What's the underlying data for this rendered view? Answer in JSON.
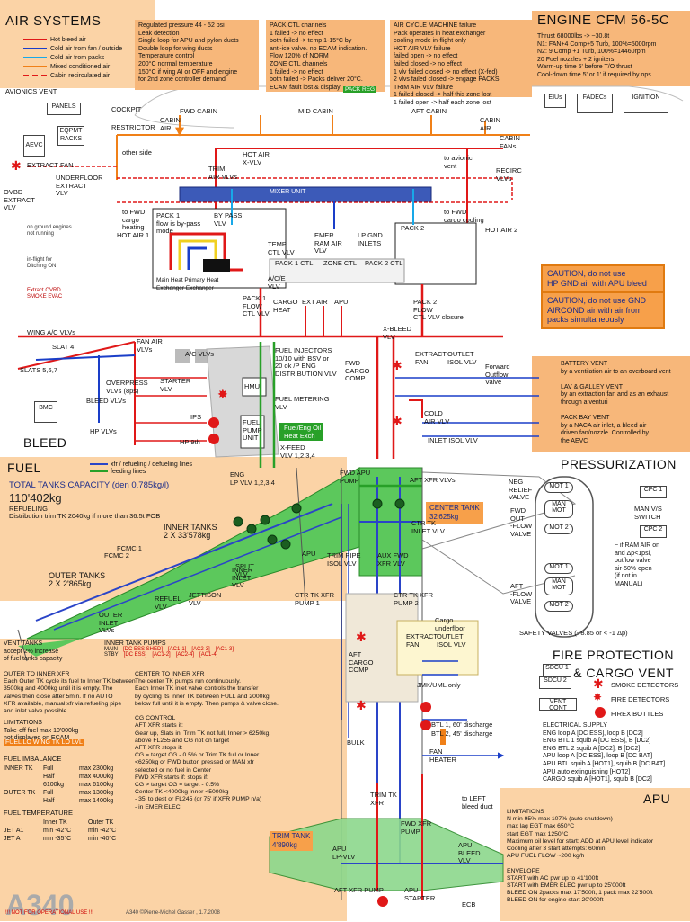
{
  "titles": {
    "air_systems": "AIR SYSTEMS",
    "engine": "ENGINE CFM 56-5C",
    "bleed": "BLEED",
    "fuel": "FUEL",
    "pressurization": "PRESSURIZATION",
    "fire": "FIRE PROTECTION\n& CARGO VENT",
    "apu": "APU",
    "logo": "A340",
    "footer_warn": "!!! NOT FOR OPERATIONAL USE !!!",
    "footer_credit": "A340 ©Pierre-Michel Gasser , 1.7.2008"
  },
  "legend_air": [
    "Hot bleed air",
    "Cold air from fan / outside",
    "Cold air from packs",
    "Mixed conditioned air",
    "Cabin recirculated air"
  ],
  "legend_fuel": [
    "xfr / refueling / defueling lines",
    "feeding lines"
  ],
  "notes": {
    "regulated": "Regulated pressure 44 - 52 psi\nLeak detection\nSingle loop for APU and pylon ducts\nDouble loop for wing ducts\nTemperature control\n200°C normal temperature\n150°C if wing AI or OFF and engine\nfor 2nd zone controller demand",
    "pack_ctl": "PACK CTL channels\n1 failed -> no effect\nboth failed -> temp 1-15°C by\nanti-ice valve. no ECAM indication.\nFlow 120% of NORM\nZONE CTL channels\n1 failed -> no effect\nboth failed -> Packs deliver 20°C.\nECAM fault lost & display",
    "pack_reg": "PACK REG",
    "acm": "AIR CYCLE MACHINE failure\nPack operates in heat exchanger\ncooling mode in-flight only\nHOT AIR VLV failure\nfailed open -> no effect\nfailed closed -> no effect\n1 vlv failed closed -> no effect (X-fed)\n2 vlvs failed closed -> engage PACKS\nTRIM AIR VLV failure\n1 failed closed -> half this zone lost\n1 failed open -> half each zone lost",
    "engine": "Thrust 68000lbs -> ~30.8t\nN1: FAN+4 Comp+5 Turb, 100%=5000rpm\nN2: 9 Comp +1 Turb, 100%=14460rpm\n20 Fuel nozzles + 2 igniters\nWarm-up time 5' before T/O thrust\nCool-down time 5' or 1' if required by ops",
    "vents": "BATTERY VENT\nby a ventilation air to an overboard vent\n\nLAV & GALLEY VENT\nby an extraction fan and as an exhaust\nthrough a venturi\n\nPACK BAY VENT\nby a NACA air inlet, a bleed air\ndriven fan/nozzle. Controlled by\nthe AEVC",
    "press_flow": "~ if RAM AIR on\nand Δp<1psi,\noutflow valve\nair-50% open\n(if not in\nMANUAL)",
    "vent_tanks": "VENT TANKS\naccept 2% increase\nof fuel tanks capacity",
    "outer_inner": "OUTER TO INNER XFR\nEach Outer TK cycle its fuel to Inner TK between\n3500kg and 4000kg until it is empty. The\nvalves then close after 5min. If no AUTO\nXFR available, manual xfr via refueling pipe\nand inlet valve possible.",
    "limitations": "LIMITATIONS\nTake-off fuel max 10'000kg\nnot displayed on ECAM",
    "fuel_lo": "FUEL LO WING TK LO LVL",
    "center_inner": "CENTER TO INNER XFR\nThe center TK pumps run continuously.\nEach Inner TK inlet valve controls the transfer\nby cycling its Inner TK between FULL and 2000kg\nbelow full until it is empty. Then pumps & valve close.\n\nCG CONTROL\nAFT XFR starts if:\nGear up, Slats in, Trim TK not full, Inner > 6250kg,\nabove FL255 and CG not on target\nAFT XFR stops if:\nCG = target CG - 0.5% or Trim TK full or Inner\n<6250kg or FWD button pressed or MAN xfr\nselected or no fuel in Center\nFWD XFR starts if:            stops if:\nCG > target                     CG = target - 0.5%\nCenter TK <4000kg         Inner <5000kg\n- 35' to dest or FL245 (or 75' if XFR PUMP n/a)\n- in EMER ELEC",
    "apu_lim": "LIMITATIONS\nN                 min 95%          max 107% (auto shutdown)\nmax lag EGT                        max 650°C\nstart EGT                             max 1250°C\nMaximum oil level for start: ADD at APU level indicator\nCooling after 3 start attempts: 60min\nAPU FUEL FLOW ~200 kg/h\n\nENVELOPE\nSTART with AC pwr up to 41'100ft\nSTART with EMER ELEC pwr up to 25'000ft\nBLEED ON 2packs max 17'500ft, 1 pack max 22'500ft\nBLEED ON for engine start 20'000ft",
    "elec": "ELECTRICAL SUPPLY\nENG loop A [DC ESS], loop B [DC2]\nENG BTL 1 squib A [DC ESS], B [DC2]\nENG BTL 2 squib A [DC2], B [DC2]\nAPU loop A [DC ESS], loop B [DC BAT]\nAPU BTL squib A [HOT1], squib B [DC BAT]\nAPU auto extinguishing [HOT2]\nCARGO squib A [HOT1], squib B [DC2]"
  },
  "cautions": [
    "CAUTION, do not use\nHP GND air with APU bleed",
    "CAUTION, do not use GND\nAIRCOND air with air from\npacks simultaneously"
  ],
  "fuel_capacity": {
    "label": "TOTAL TANKS CAPACITY (den 0.785kg/l)",
    "value": "110'402kg",
    "refuel_label": "REFUELING",
    "refuel_text": "Distribution trim TK 2040kg if more than 36.5t FOB"
  },
  "tanks": {
    "inner": "INNER TANKS\n2 X 33'578kg",
    "outer": "OUTER TANKS\n2 X 2'865kg",
    "center": "CENTER TANK\n32'625kg",
    "trim": "TRIM TANK\n4'890kg"
  },
  "fuel_imbalance": {
    "title": "FUEL IMBALANCE",
    "rows": [
      [
        "INNER TK",
        "Full",
        "max 2300kg"
      ],
      [
        "",
        "Half",
        "max 4000kg"
      ],
      [
        "",
        "6100kg",
        "max 6100kg"
      ],
      [
        "OUTER TK",
        "Full",
        "max 1300kg"
      ],
      [
        "",
        "Half",
        "max 1400kg"
      ]
    ]
  },
  "fuel_temp": {
    "title": "FUEL TEMPERATURE",
    "head": [
      "",
      "Inner TK",
      "Outer TK"
    ],
    "rows": [
      [
        "JET A1",
        "min -42°C",
        "min -42°C"
      ],
      [
        "JET A",
        "min -35°C",
        "min -40°C"
      ]
    ]
  },
  "labels": {
    "avionics": "AVIONICS VENT",
    "panels": "PANELS",
    "eqpmt": "EQPMT\nRACKS",
    "aevc": "AEVC",
    "extract_fan": "EXTRACT FAN",
    "underfloor": "UNDERFLOOR\nEXTRACT\nVLV",
    "ovbd": "OVBD\nEXTRACT\nVLV",
    "cockpit": "COCKPIT",
    "restrictor": "RESTRICTOR",
    "cabin_air": "CABIN\nAIR",
    "fwd_cabin": "FWD CABIN",
    "mid_cabin": "MID CABIN",
    "aft_cabin": "AFT CABIN",
    "cabin_air2": "CABIN\nAIR",
    "cabin_fans": "CABIN\nFANs",
    "recirc": "RECIRC\nVLVs",
    "hot_air_x": "HOT AIR\nX-VLV",
    "trim_air": "TRIM\nAIR VLVs",
    "hot_air1": "HOT AIR 1",
    "hot_air2": "HOT AIR 2",
    "mixer": "MIXER UNIT",
    "pack1": "PACK 1\nflow is by-pass\nmode",
    "bypass": "BY PASS\nVLV",
    "pack2": "PACK 2",
    "temp_ctl": "TEMP\nCTL VLV",
    "ac_e": "A/C/E\nVLV",
    "emer_ram": "EMER\nRAM AIR\nVLV",
    "lp_gnd": "LP GND\nINLETS",
    "pack1_ctl": "PACK 1 CTL",
    "zone_ctl": "ZONE CTL",
    "pack2_ctl": "PACK 2 CTL",
    "main_heat": "Main Heat Primary Heat\nExchanger   Exchanger",
    "pack1_flow": "PACK 1\nFLOW\nCTL VLV",
    "cargo_heat": "CARGO\nHEAT",
    "ext_air": "EXT AIR",
    "apu": "APU",
    "pack2_flow": "PACK 2\nFLOW\nCTL VLV closure",
    "x_bleed": "X-BLEED\nVLV",
    "wing_ac": "WING A/C VLVs",
    "slat4": "SLAT 4",
    "slats567": "SLATS 5,6,7",
    "fan_air": "FAN AIR\nVLVs",
    "ac_vlvs": "A/C VLVs",
    "overpress": "OVERPRESS\nVLVs (8ps)",
    "starter": "STARTER\nVLV",
    "bleed_vlvs": "BLEED VLVs",
    "hp_vlvs": "HP VLVs",
    "bmc": "BMC",
    "ips": "IPS",
    "hp9": "HP 9th",
    "fuel_inj": "FUEL INJECTORS\n10/10 with BSV or\n20 ok /P ENG\nDISTRIBUTION VLV",
    "hmu": "HMU",
    "fuel_meter": "FUEL METERING\nVLV",
    "fuel_pump": "FUEL\nPUMP\nUNIT",
    "fuel_oil": "Fuel/Eng Oil\nHeat Exch",
    "xfeed": "X-FEED\nVLV 1,2,3,4",
    "fwd_cargo": "FWD\nCARGO\nCOMP",
    "extract_fan2": "EXTRACT\nFAN",
    "outlet_isol": "OUTLET\nISOL VLV",
    "fwd_outflow": "Forward\nOutflow\nValve",
    "cold_air": "COLD\nAIR VLV",
    "inlet_isol": "INLET ISOL VLV",
    "elus": "EIUs",
    "fadecs": "FADECs",
    "ignition": "IGNITION",
    "mot1": "MOT 1",
    "man_mot": "MAN\nMOT",
    "mot2": "MOT 2",
    "cpc1": "CPC 1",
    "cpc2": "CPC 2",
    "man_vs": "MAN V/S\nSWITCH",
    "neg_relief": "NEG\nRELIEF\nVALVE",
    "fwd_out": "FWD\nOUT\n-FLOW\nVALVE",
    "aft_out": "AFT\n-FLOW\nVALVE",
    "safety": "SAFETY VALVES (- 8.85 or < -1 Δp)",
    "smoke": "SMOKE DETECTORS",
    "fire_det": "FIRE DETECTORS",
    "firex": "FIREX BOTTLES",
    "sdcu1": "SDCU 1",
    "sdcu2": "SDCU 2",
    "vent_cont": "VENT CONT",
    "btl1": "BTL 1, 60' discharge",
    "btl2": "BTL 2, 45' discharge",
    "aft_cargo": "AFT\nCARGO\nCOMP",
    "bulk": "BULK",
    "fan_heater": "FAN\nHEATER",
    "apu_lp": "APU\nLP-VLV",
    "apu_starter": "APU\nSTARTER",
    "ecb": "ECB",
    "apu_bleed": "APU\nBLEED\nVLV",
    "trim_tk_xfr": "TRIM TK\nXFR",
    "fwd_xfr": "FWD XFR\nPUMP",
    "aft_xfr_pump": "AFT XFR PUMP",
    "jettison": "JETTISON\nVLV",
    "refuel_vlv": "REFUEL\nVLV",
    "outer_inlet": "OUTER\nINLET\nVLVs",
    "inner_inlet": "INNER\nINLET\nVLV",
    "split": "SPLIT\nVLV",
    "fcmc1": "FCMC 1",
    "fcmc2": "FCMC 2",
    "eng_lp": "ENG\nLP VLV 1,2,3,4",
    "fwd_apu_pump": "FWD APU\nPUMP",
    "aft_xfr_vlvs": "AFT XFR VLVs",
    "ctr_inlet": "CTR TK\nINLET VLV",
    "trim_pipe": "TRIM PIPE\nISOL VLV",
    "aux_fwd": "AUX FWD\nXFR VLV",
    "ctr_xfr1": "CTR TK XFR\nPUMP 1",
    "ctr_xfr2": "CTR TK XFR\nPUMP 2",
    "to_fwd_cargo": "to FWD\ncargo\nheating",
    "to_fwd_cool": "to FWD\ncargo cooling",
    "to_aft_vent": "to avionic\nvent",
    "other_side": "other side",
    "ovbd_note": "on ground engines\nnot running",
    "inflight": "in-flight for\nDitching ON",
    "extract_ovrd": "Extract OVRD\nSMOKE EVAC",
    "to_left_bleed": "to LEFT\nbleed duct",
    "jmk": "JMK/UML only",
    "cargo_und": "Cargo\nunderfloor"
  },
  "inner_pumps": {
    "title": "INNER TANK PUMPS",
    "rows": [
      [
        "MAIN",
        "[DC ESS SHED]",
        "[AC1-1]",
        "[AC2-3]",
        "[AC1-3]"
      ],
      [
        "STBY",
        "[DC ESS]",
        "[AC1-2]",
        "[AC2-4]",
        "[AC1-4]"
      ]
    ]
  },
  "colors": {
    "hot": "#e01818",
    "fan": "#1a3ec8",
    "pack": "#18a8e8",
    "mixed": "#f08018",
    "recirc": "#e01818",
    "fuel_xfr": "#2a44c8",
    "fuel_feed": "#28a028",
    "tank": "#5cc85c",
    "note": "#f7b77a"
  }
}
